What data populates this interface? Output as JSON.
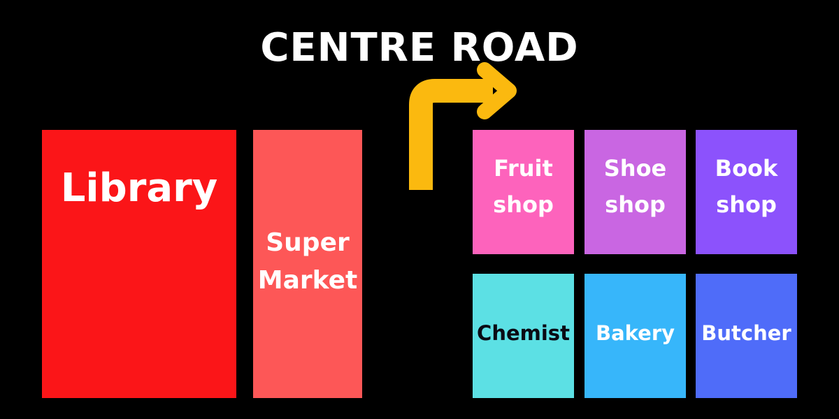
{
  "road": {
    "name": "CENTRE ROAD"
  },
  "colors": {
    "background": "#000000",
    "text_light": "#ffffff",
    "text_dark": "#0a0a14",
    "arrow": "#fbb90f",
    "library": "#fb1518",
    "supermarket": "#fd5757",
    "fruit_shop": "#fd63bc",
    "shoe_shop": "#c966e2",
    "book_shop": "#8c52fc",
    "chemist": "#5ce0e4",
    "bakery": "#37b6fa",
    "butcher": "#4f6cf9"
  },
  "arrow": {
    "icon": "turn-right-arrow-icon"
  },
  "buildings": {
    "library": {
      "lines": [
        "Library"
      ]
    },
    "supermarket": {
      "lines": [
        "Super",
        "Market"
      ]
    },
    "fruit_shop": {
      "lines": [
        "Fruit",
        "shop"
      ]
    },
    "shoe_shop": {
      "lines": [
        "Shoe",
        "shop"
      ]
    },
    "book_shop": {
      "lines": [
        "Book",
        "shop"
      ]
    },
    "chemist": {
      "lines": [
        "Chemist"
      ]
    },
    "bakery": {
      "lines": [
        "Bakery"
      ]
    },
    "butcher": {
      "lines": [
        "Butcher"
      ]
    }
  }
}
